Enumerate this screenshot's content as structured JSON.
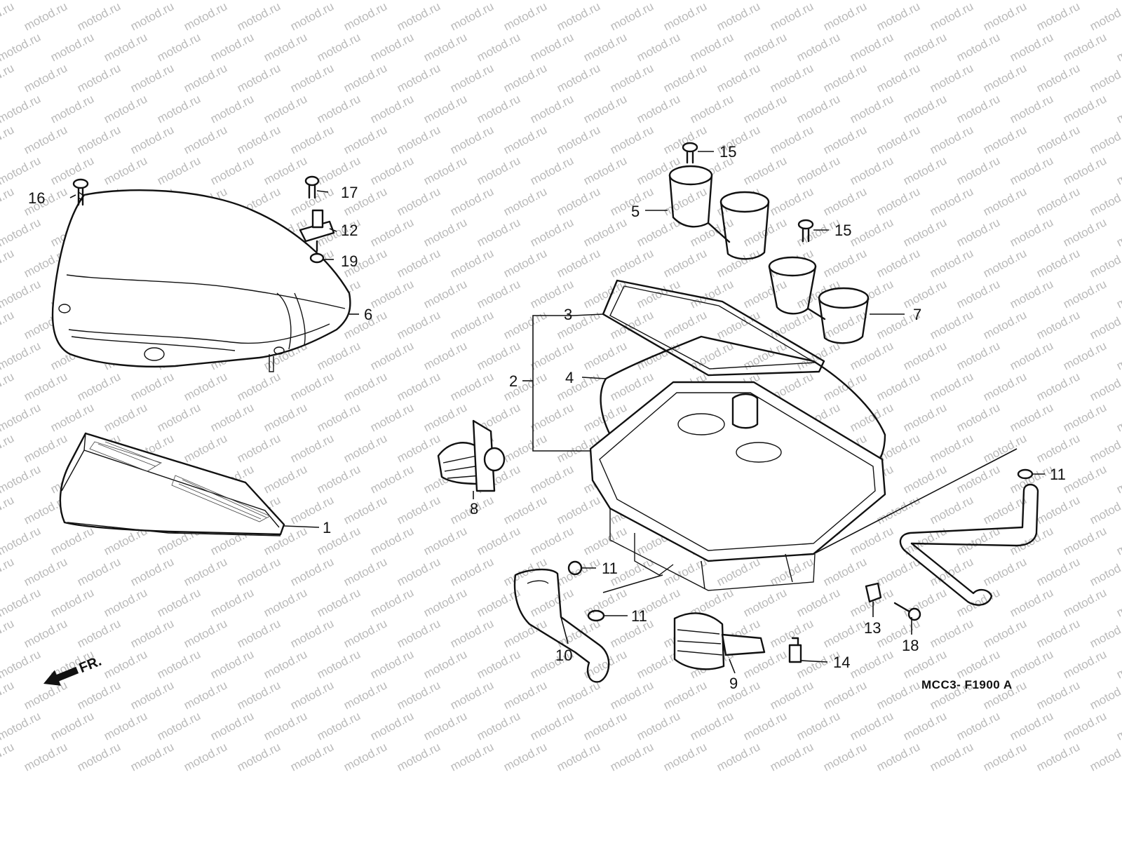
{
  "watermark": {
    "text": "motod.ru",
    "color": "#b9b9b9"
  },
  "drawing_code": "MCC3- F1900 A",
  "front_indicator": "FR.",
  "callouts": [
    "1",
    "2",
    "3",
    "4",
    "5",
    "6",
    "7",
    "8",
    "9",
    "10",
    "11",
    "12",
    "13",
    "14",
    "15",
    "16",
    "17",
    "18",
    "19"
  ],
  "colors": {
    "background": "#ffffff",
    "line": "#111111"
  }
}
